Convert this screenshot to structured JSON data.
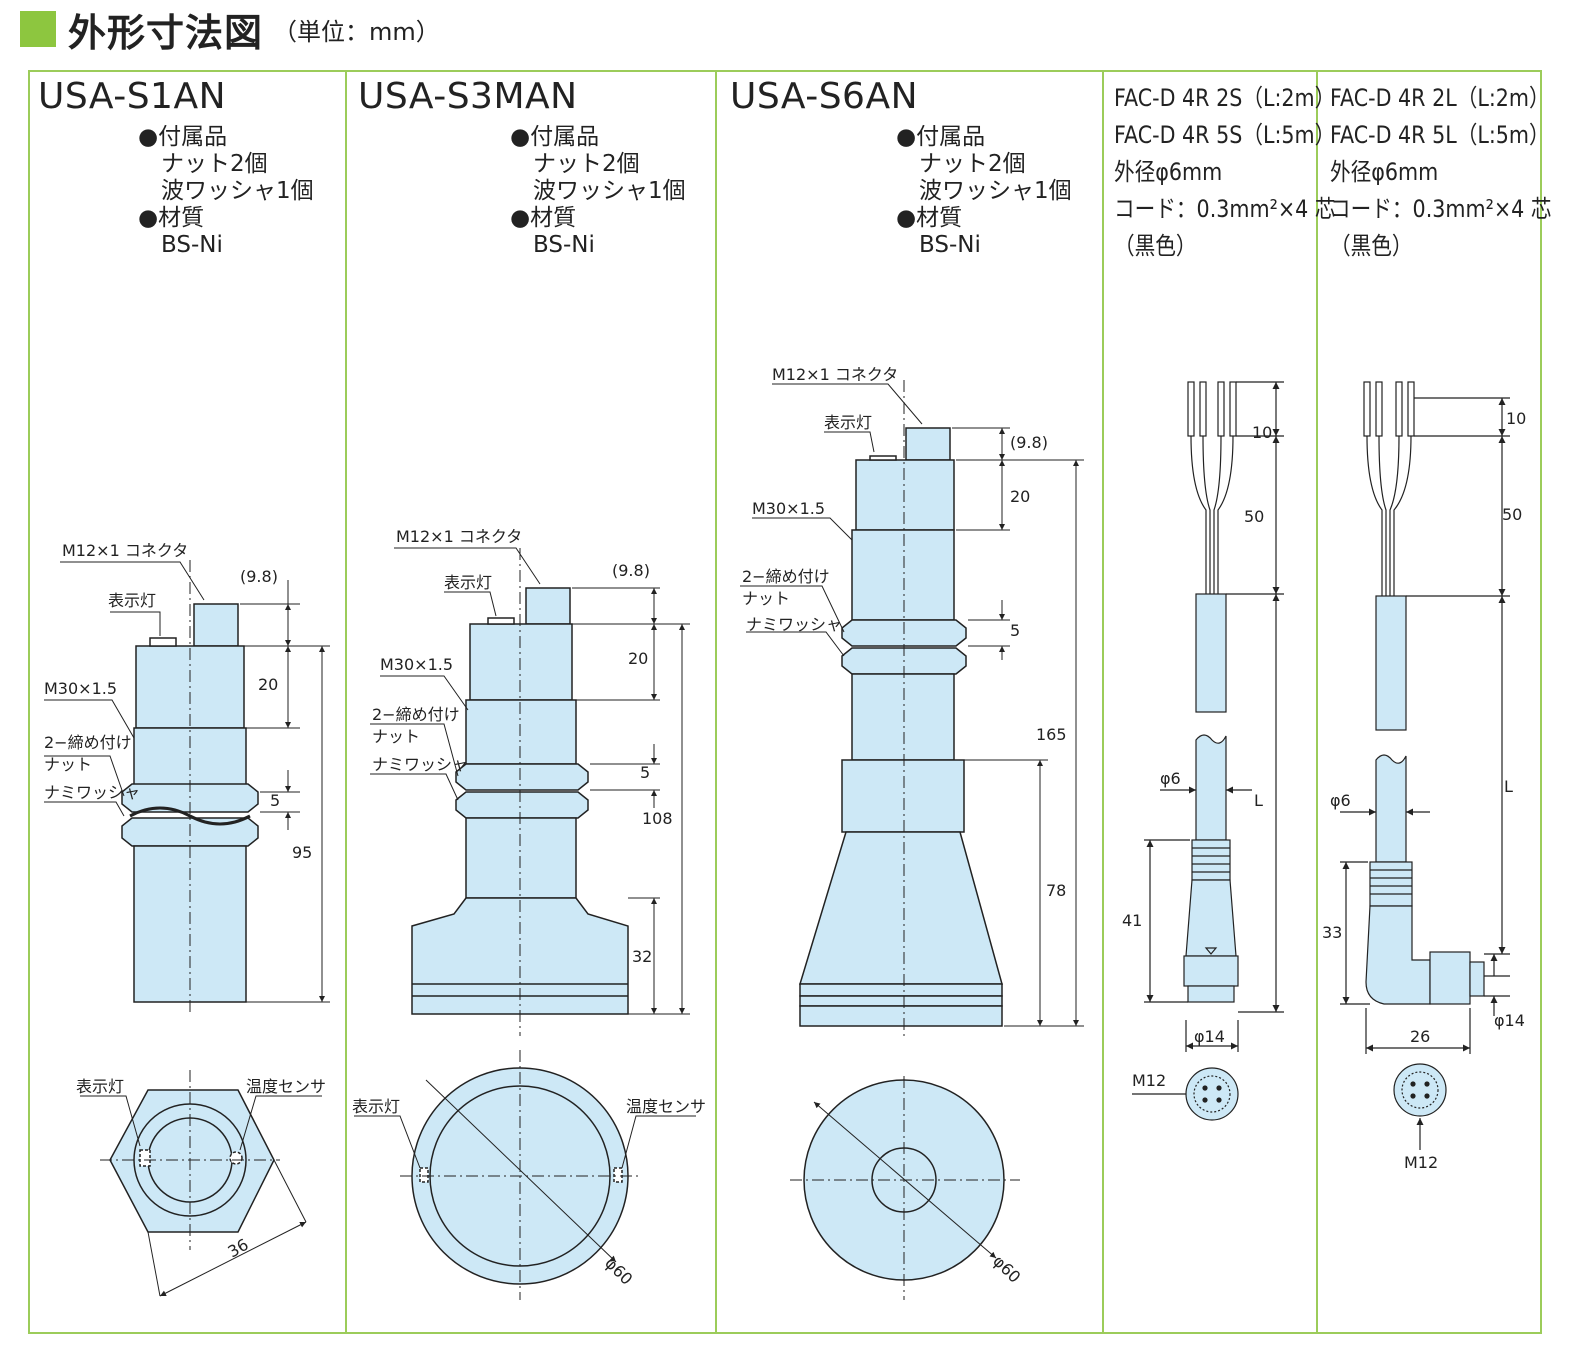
{
  "header": {
    "title": "外形寸法図",
    "unit": "（単位：mm）"
  },
  "products": [
    {
      "model": "USA-S1AN",
      "spec": [
        "●付属品",
        "　ナット2個",
        "　波ワッシャ1個",
        "●材質",
        "　BS-Ni"
      ]
    },
    {
      "model": "USA-S3MAN",
      "spec": [
        "●付属品",
        "　ナット2個",
        "　波ワッシャ1個",
        "●材質",
        "　BS-Ni"
      ]
    },
    {
      "model": "USA-S6AN",
      "spec": [
        "●付属品",
        "　ナット2個",
        "　波ワッシャ1個",
        "●材質",
        "　BS-Ni"
      ]
    }
  ],
  "cables": [
    {
      "lines": [
        "FAC-D 4R 2S（L:2m）",
        "FAC-D 4R 5S（L:5m）",
        "外径φ6mm",
        "コード：0.3mm²×4 芯",
        "（黒色）"
      ]
    },
    {
      "lines": [
        "FAC-D 4R 2L（L:2m）",
        "FAC-D 4R 5L（L:5m）",
        "外径φ6mm",
        "コード：0.3mm²×4 芯",
        "（黒色）"
      ]
    }
  ],
  "labels": {
    "connector": "M12×1 コネクタ",
    "indicator": "表示灯",
    "thread": "M30×1.5",
    "nut1": "2−締め付け",
    "nut2": "ナット",
    "washer": "ナミワッシャ",
    "temp": "温度センサ",
    "m12": "M12",
    "phi60": "φ60",
    "phi6": "φ6",
    "phi14": "φ14",
    "L": "L"
  },
  "dims": {
    "s1": {
      "d98": "(9.8)",
      "d20": "20",
      "d5": "5",
      "d95": "95",
      "d36": "36"
    },
    "s3": {
      "d98": "(9.8)",
      "d20": "20",
      "d5": "5",
      "d108": "108",
      "d32": "32"
    },
    "s6": {
      "d98": "(9.8)",
      "d20": "20",
      "d5": "5",
      "d165": "165",
      "d78": "78"
    },
    "c1": {
      "d10": "10",
      "d50": "50",
      "d41": "41"
    },
    "c2": {
      "d10": "10",
      "d50": "50",
      "d33": "33",
      "d26": "26"
    }
  },
  "colors": {
    "accent": "#8dc63f",
    "border": "#9ccc5a",
    "body": "#cde8f6"
  }
}
